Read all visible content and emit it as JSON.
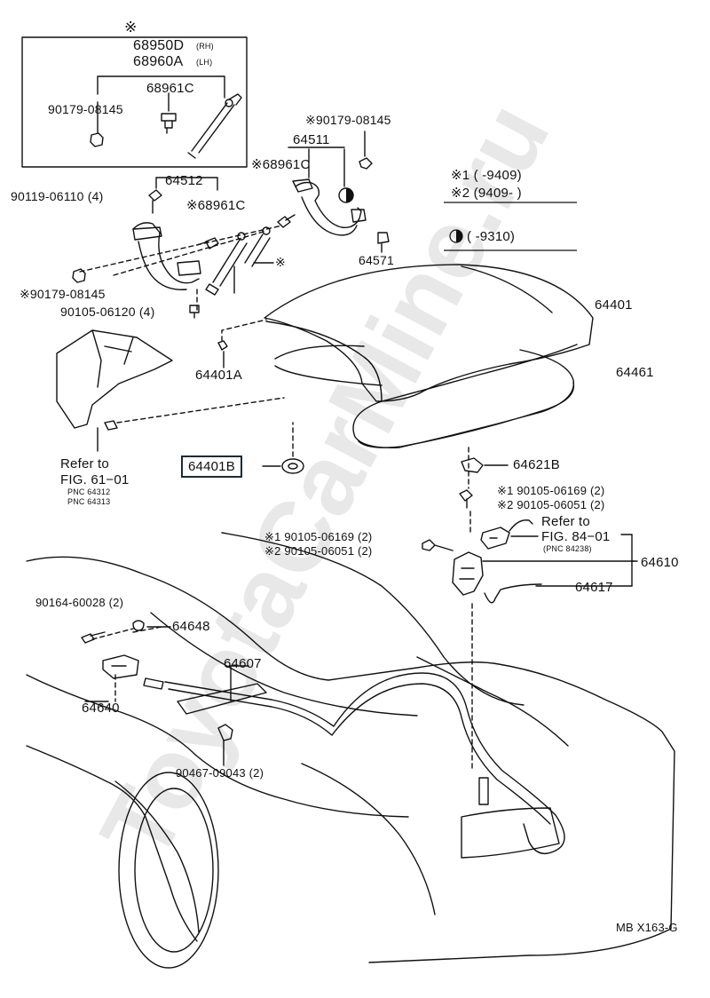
{
  "callouts": {
    "kit_mark": "※",
    "p68950D": "68950D",
    "rh": "(RH)",
    "p68960A": "68960A",
    "lh": "(LH)",
    "p68961C_box": "68961C",
    "p90179_box": "90179-08145",
    "p90179_top": "※90179-08145",
    "p64511": "64511",
    "p68961C_a": "※68961C",
    "p90119": "90119-06110 (4)",
    "p64512": "64512",
    "p68961C_b": "※68961C",
    "p90179_left": "※90179-08145",
    "p90105_06120": "90105-06120 (4)",
    "p64571": "64571",
    "star_mark": "※",
    "p64401": "64401",
    "p64401A": "64401A",
    "p64461": "64461",
    "refer_to_1": "Refer to",
    "fig_61": "FIG. 61−01",
    "pnc_64312": "PNC 64312",
    "pnc_64313": "PNC 64313",
    "p64401B": "64401B",
    "p64621B": "64621B",
    "r1_a": "※1 90105-06169 (2)",
    "r2_a": "※2 90105-06051 (2)",
    "refer_to_2": "Refer to",
    "fig_84": "FIG. 84−01",
    "pnc_84238": "(PNC 84238)",
    "r1_b": "※1 90105-06169 (2)",
    "r2_b": "※2 90105-06051 (2)",
    "p64610": "64610",
    "p64617": "64617",
    "p90164": "90164-60028 (2)",
    "p64648": "64648",
    "p64607": "64607",
    "p64640": "64640",
    "p90467": "90467-09043 (2)",
    "diagram_id": "MB X163-G"
  },
  "legend": {
    "row1": "※1 (       -9409)",
    "row2": "※2 (9409-        )",
    "row3": "(       -9310)"
  },
  "watermark": "ToyotaCarMine.ru",
  "colors": {
    "line": "#111111",
    "highlight_border": "#1b2a3a",
    "watermark": "#cfcfcf"
  }
}
